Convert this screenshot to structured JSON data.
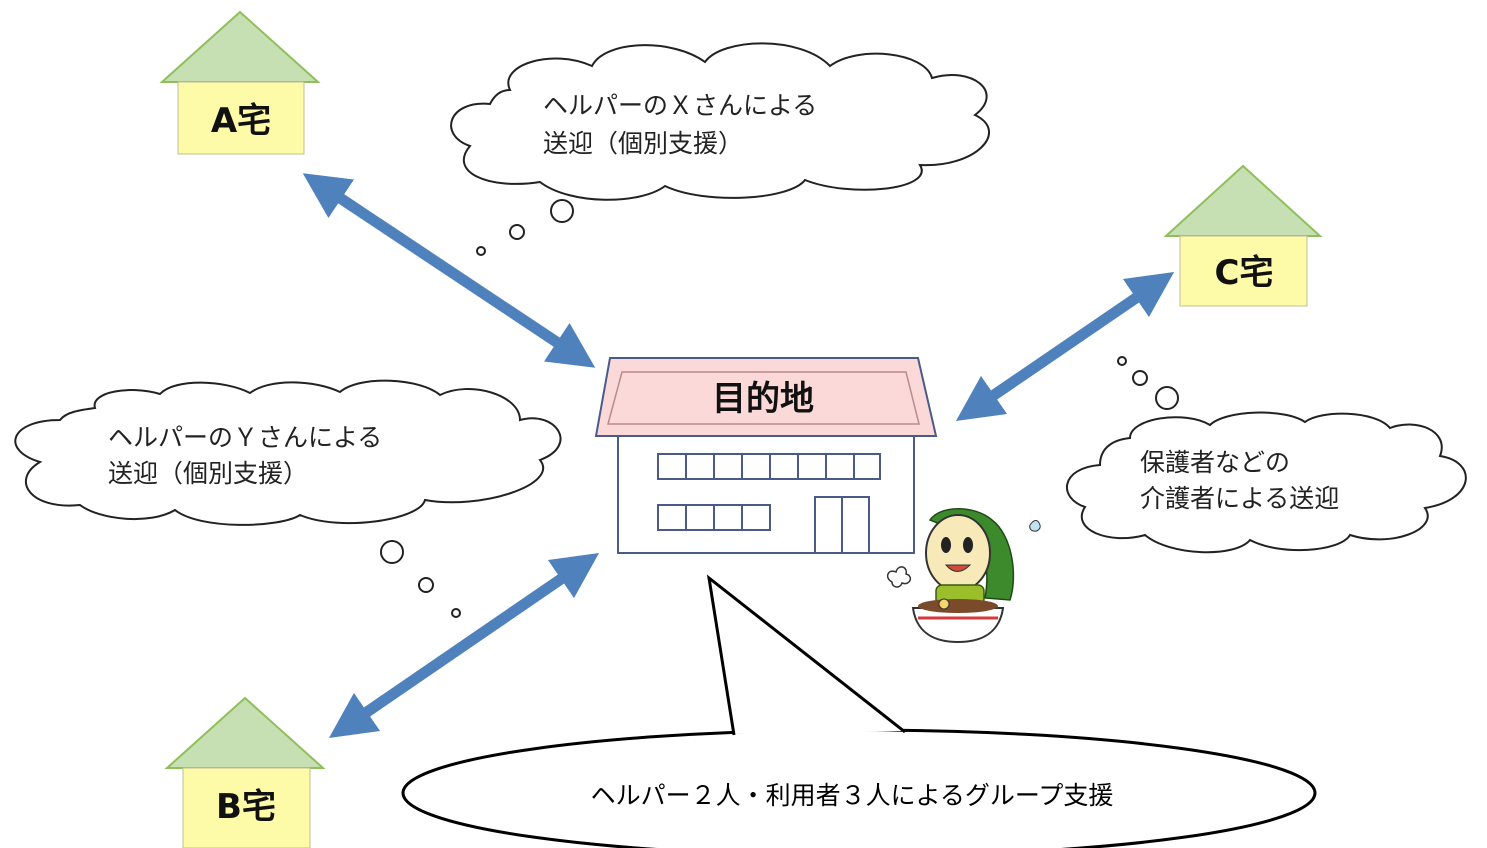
{
  "houses": {
    "a": {
      "label": "A宅"
    },
    "b": {
      "label": "B宅"
    },
    "c": {
      "label": "C宅"
    }
  },
  "destination": {
    "label": "目的地"
  },
  "bubbles": {
    "helper_x": {
      "line1": "ヘルパーのＸさんによる",
      "line2": "送迎（個別支援）"
    },
    "helper_y": {
      "line1": "ヘルパーのＹさんによる",
      "line2": "送迎（個別支援）"
    },
    "guardian": {
      "line1": "保護者などの",
      "line2": "介護者による送迎"
    }
  },
  "group_support": {
    "text": "ヘルパー２人・利用者３人によるグループ支援"
  },
  "colors": {
    "house_roof": "#c6e0b4",
    "house_roof_stroke": "#8fbf5a",
    "house_body": "#fdfaa8",
    "arrow": "#4f81bd",
    "building_roof": "#fbd9d9",
    "building_outline": "#4a5a8a"
  }
}
